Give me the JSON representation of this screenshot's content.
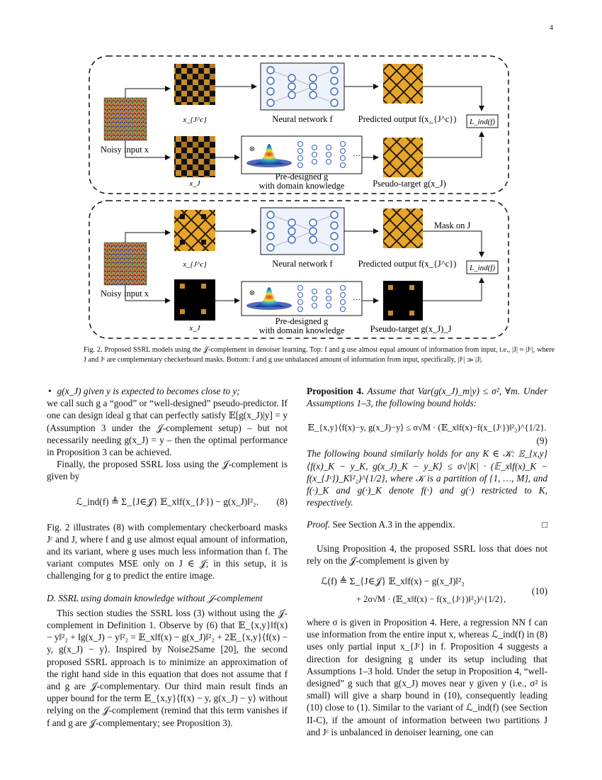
{
  "page_number": "4",
  "figure": {
    "top": {
      "noisy_label": "Noisy input x",
      "xjc_label": "x_{J^c}",
      "xj_label": "x_J",
      "nn_label": "Neural network f",
      "pred_label": "Predicted output f(x_{J^c})",
      "g_label_1": "Pre-designed g",
      "g_label_2": "with domain knowledge",
      "pseudo_label": "Pseudo-target g(x_J)",
      "loss_label": "L_ind(f)"
    },
    "bottom": {
      "noisy_label": "Noisy input x",
      "xjc_label": "x_{J^c}",
      "xj_label": "x_J",
      "nn_label": "Neural network f",
      "pred_label": "Predicted output f(x_{J^c})",
      "g_label_1": "Pre-designed g",
      "g_label_2": "with domain knowledge",
      "pseudo_label": "Pseudo-target g(x_J)_J",
      "mask_label": "Mask on J",
      "loss_label": "L_ind(f)"
    }
  },
  "caption": "Fig. 2. Proposed SSRL models using the 𝒥-complement in denoiser learning. Top: f and g use almost equal amount of information from input, i.e., |J| ≈ |Jᶜ|, where J and Jᶜ are complementary checkerboard masks. Bottom: f and g use unbalanced amount of information from input, specifically, |Jᶜ| ≫ |J|.",
  "left": {
    "bullet": "g(x_J) given y is expected to becomes close to y;",
    "p1": "we call such g a “good” or “well-designed” pseudo-predictor. If one can design ideal g that can perfectly satisfy 𝔼[g(x_J)|y] = y (Assumption 3 under the 𝒥-complement setup) – but not necessarily needing g(x_J) = y – then the optimal performance in Proposition 3 can be achieved.",
    "p2": "Finally, the proposed SSRL loss using the 𝒥-complement is given by",
    "eq8": "ℒ_ind(f) ≜ Σ_{J∈𝒥} 𝔼_x‖f(x_{Jᶜ}) − g(x_J)‖²₂.",
    "eq8_num": "(8)",
    "p3": "Fig. 2 illustrates (8) with complementary checkerboard masks Jᶜ and J, where f and g use almost equal amount of information, and its variant, where g uses much less information than f. The variant computes MSE only on J ∈ 𝒥; in this setup, it is challenging for g to predict the entire image.",
    "section": "D. SSRL using domain knowledge without 𝒥-complement",
    "p4": "This section studies the SSRL loss (3) without using the 𝒥-complement in Definition 1. Observe by (6) that 𝔼_{x,y}‖f(x) − y‖²₂ + ‖g(x_J) − y‖²₂ = 𝔼_x‖f(x) − g(x_J)‖²₂ + 2𝔼_{x,y}⟨f(x) − y, g(x_J) − y⟩. Inspired by Noise2Same [20], the second proposed SSRL approach is to minimize an approximation of the right hand side in this equation that does not assume that f and g are 𝒥-complementary. Our third main result finds an upper bound for the term 𝔼_{x,y}⟨f(x) − y, g(x_J) − y⟩ without relying on the 𝒥-complement (remind that this term vanishes if f and g are 𝒥-complementary; see Proposition 3)."
  },
  "right": {
    "prop_head": "Proposition 4.",
    "prop_text": "Assume that Var(g(x_J)_m|y) ≤ σ², ∀m. Under Assumptions 1–3, the following bound holds:",
    "eq9": "𝔼_{x,y}⟨f(x)−y, g(x_J)−y⟩ ≤ σ√M · (𝔼_x‖f(x)−f(x_{Jᶜ})‖²₂)^{1/2}.",
    "eq9_num": "(9)",
    "prop_text2": "The following bound similarly holds for any K ∈ 𝒦: 𝔼_{x,y}⟨f(x)_K − y_K, g(x_J)_K − y_K⟩ ≤ σ√|K| · (𝔼_x‖f(x)_K − f(x_{Jᶜ})_K‖²₂)^{1/2}, where 𝒦 is a partition of {1, …, M}, and f(·)_K and g(·)_K denote f(·) and g(·) restricted to K, respectively.",
    "proof_head": "Proof.",
    "proof_text": "See Section A.3 in the appendix.",
    "qed": "□",
    "p1": "Using Proposition 4, the proposed SSRL loss that does not rely on the 𝒥-complement is given by",
    "eq10a": "ℒ(f) ≜ Σ_{J∈𝒥} 𝔼_x‖f(x) − g(x_J)‖²₂",
    "eq10b": "+ 2σ√M · (𝔼_x‖f(x) − f(x_{Jᶜ})‖²₂)^{1/2},",
    "eq10_num": "(10)",
    "p2": "where σ is given in Proposition 4. Here, a regression NN f can use information from the entire input x, whereas ℒ_ind(f) in (8) uses only partial input x_{Jᶜ} in f. Proposition 4 suggests a direction for designing g under its setup including that Assumptions 1–3 hold. Under the setup in Proposition 4, “well-designed” g such that g(x_J) moves near y given y (i.e., σ² is small) will give a sharp bound in (10), consequently leading (10) close to (1). Similar to the variant of ℒ_ind(f) (see Section II-C), if the amount of information between two partitions J and Jᶜ is unbalanced in denoiser learning, one can"
  }
}
